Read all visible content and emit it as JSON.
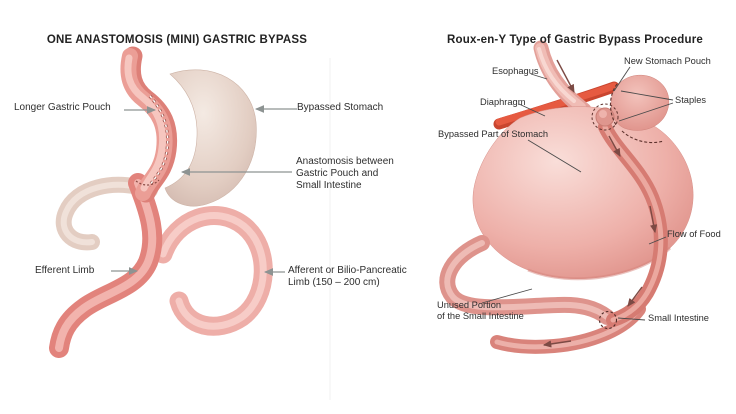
{
  "left_panel": {
    "title": "ONE ANASTOMOSIS (MINI) GASTRIC BYPASS",
    "labels": {
      "longer_gastric_pouch": "Longer Gastric Pouch",
      "bypassed_stomach": "Bypassed Stomach",
      "anastomosis": {
        "line1": "Anastomosis between",
        "line2": "Gastric Pouch and",
        "line3": "Small Intestine"
      },
      "efferent_limb": "Efferent Limb",
      "afferent_limb": {
        "line1": "Afferent or Bilio-Pancreatic",
        "line2": "Limb (150 – 200 cm)"
      }
    }
  },
  "right_panel": {
    "title": "Roux-en-Y Type of Gastric Bypass Procedure",
    "labels": {
      "esophagus": "Esophagus",
      "new_stomach_pouch": "New Stomach Pouch",
      "diaphragm": "Diaphragm",
      "staples": "Staples",
      "bypassed_part_of_stomach": "Bypassed Part of Stomach",
      "flow_of_food": "Flow of Food",
      "unused_portion": {
        "line1": "Unused Portion",
        "line2": "of the Small Intestine"
      },
      "small_intestine": "Small Intestine"
    }
  },
  "colors": {
    "background": "#ffffff",
    "title_text": "#222222",
    "label_text": "#2e2e2e",
    "leader_arrow_gray": "#8d9392",
    "leader_line_dark": "#4a4a4a",
    "gastric_pouch_pink": "#eb9e96",
    "intestine_light_pink": "#eeaea8",
    "efferent_red": "#e2837c",
    "bypassed_stomach_beige": "#e2d0c6",
    "stomach_pink": "#e9a59e",
    "diaphragm_red": "#e65a41",
    "staple_dash": "#5f332e",
    "flow_arrow": "#7c4a44"
  }
}
